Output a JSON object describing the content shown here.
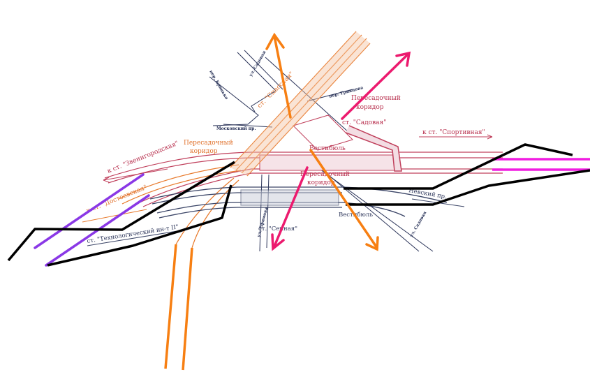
{
  "labels": {
    "street_sadovaya_top": "ул. Садовая",
    "street_brinko": "пер. Бринько",
    "street_grivtsova": "пер. Гривцова",
    "moskovsky": "Московский пр.",
    "spasskaya": "ст. \"Спасская\"",
    "transfer_corridor_1_l1": "Пересадочный",
    "transfer_corridor_1_l2": "коридор",
    "sadovaya": "ст. \"Садовая\"",
    "to_sportivnaya": "к ст. \"Спортивная\"",
    "transfer_corridor_2_l1": "Пересадочный",
    "transfer_corridor_2_l2": "коридор",
    "vestibule_1": "Вестибюль",
    "to_zvenigorodskaya": "к ст. \"Звенигородская\"",
    "transfer_corridor_3_l1": "Пересадочный",
    "transfer_corridor_3_l2": "коридор",
    "to_dostoevskaya": "к ст. \"Достоевская\"",
    "tekhnologichesky": "ст. \"Технологический ин-т II\"",
    "nevsky": "Невский пр.",
    "vestibule_2": "Вестибюль",
    "street_efimova": "ул. Ефимова",
    "sennaya": "ст. \"Сенная\"",
    "street_sadovaya_bottom": "ул. Садовая"
  },
  "colors": {
    "line_orange": "#e87a2c",
    "line_red": "#c0405c",
    "line_blue": "#3a4466",
    "overlay_orange": "#f77f12",
    "overlay_pink": "#ec1a6e",
    "overlay_purple": "#8a38e6",
    "overlay_magenta": "#f01ee0",
    "overlay_black": "#000000"
  }
}
